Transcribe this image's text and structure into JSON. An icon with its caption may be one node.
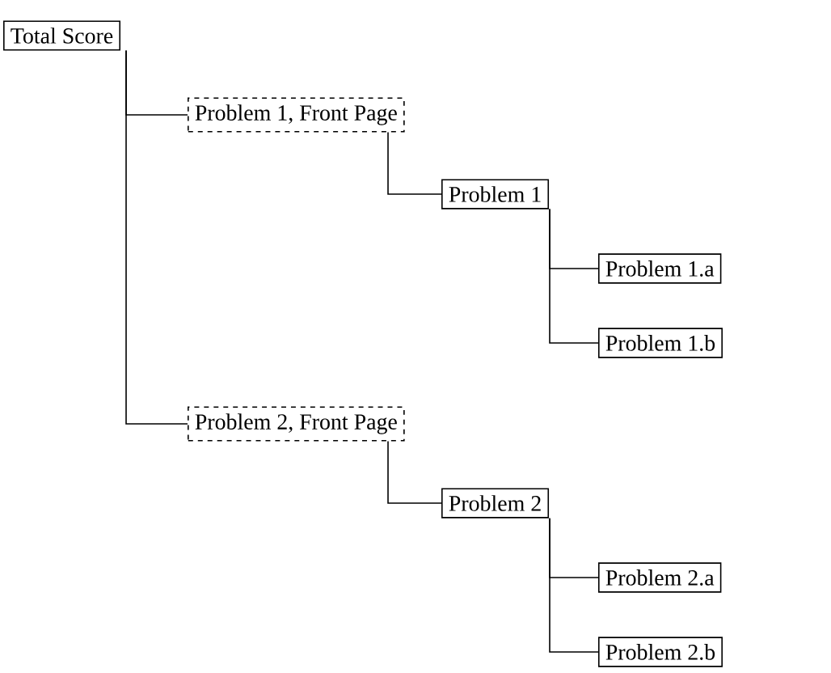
{
  "diagram": {
    "nodes": [
      {
        "text": [
          "Total Score"
        ]
      },
      {
        "text": [
          "Problem 1, Front Page"
        ]
      },
      {
        "text": [
          "Problem 1"
        ]
      },
      {
        "text": [
          "Problem 1.a"
        ]
      },
      {
        "text": [
          "Problem 1.b"
        ]
      },
      {
        "text": [
          "Problem 2, Front Page"
        ]
      },
      {
        "text": [
          "Problem 2"
        ]
      },
      {
        "text": [
          "Problem 2.a"
        ]
      },
      {
        "text": [
          "Problem 2.b"
        ]
      }
    ],
    "edges": [
      {
        "from": 0,
        "to": 1,
        "arrow": "none"
      },
      {
        "from": 1,
        "to": 2,
        "arrow": "none"
      },
      {
        "from": 2,
        "to": 3,
        "arrow": "none"
      },
      {
        "from": 2,
        "to": 4,
        "arrow": "none"
      },
      {
        "from": 0,
        "to": 5,
        "arrow": "none"
      },
      {
        "from": 5,
        "to": 6,
        "arrow": "none"
      },
      {
        "from": 6,
        "to": 7,
        "arrow": "none"
      },
      {
        "from": 6,
        "to": 8,
        "arrow": "none"
      }
    ]
  }
}
